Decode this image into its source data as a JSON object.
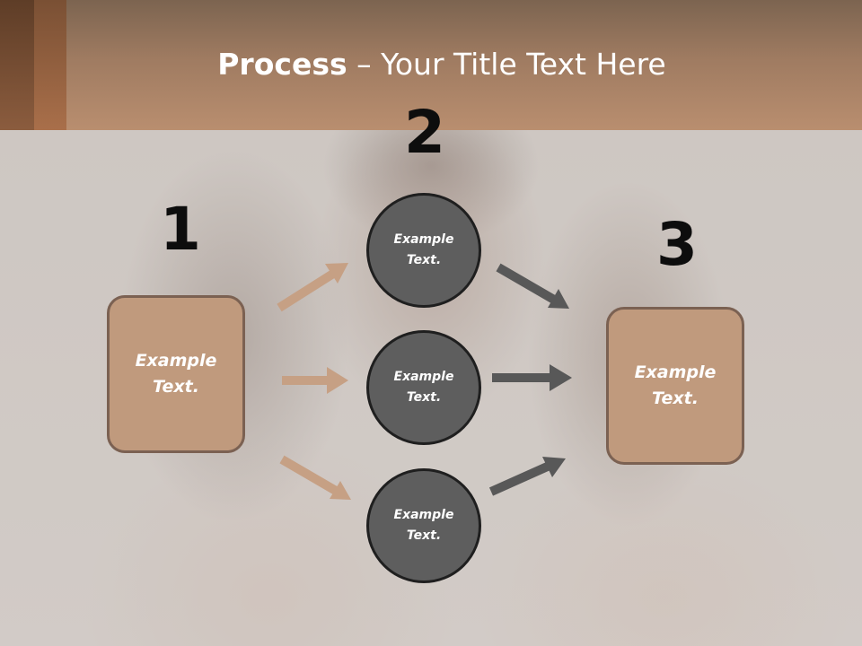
{
  "slide": {
    "title_bold": "Process",
    "title_rest": " – Your Title Text Here",
    "step_numbers": [
      "1",
      "2",
      "3"
    ],
    "left_box": {
      "line1": "Example",
      "line2": "Text."
    },
    "right_box": {
      "line1": "Example",
      "line2": "Text."
    },
    "circles": [
      {
        "line1": "Example",
        "line2": "Text."
      },
      {
        "line1": "Example",
        "line2": "Text."
      },
      {
        "line1": "Example",
        "line2": "Text."
      }
    ]
  },
  "colors": {
    "header": "#b98e6f",
    "box_fill": "#c09a7d",
    "box_border": "#7b6152",
    "circle_fill": "#5e5e5e",
    "tan_arrow": "#c6a084",
    "gray_arrow": "#585858"
  }
}
